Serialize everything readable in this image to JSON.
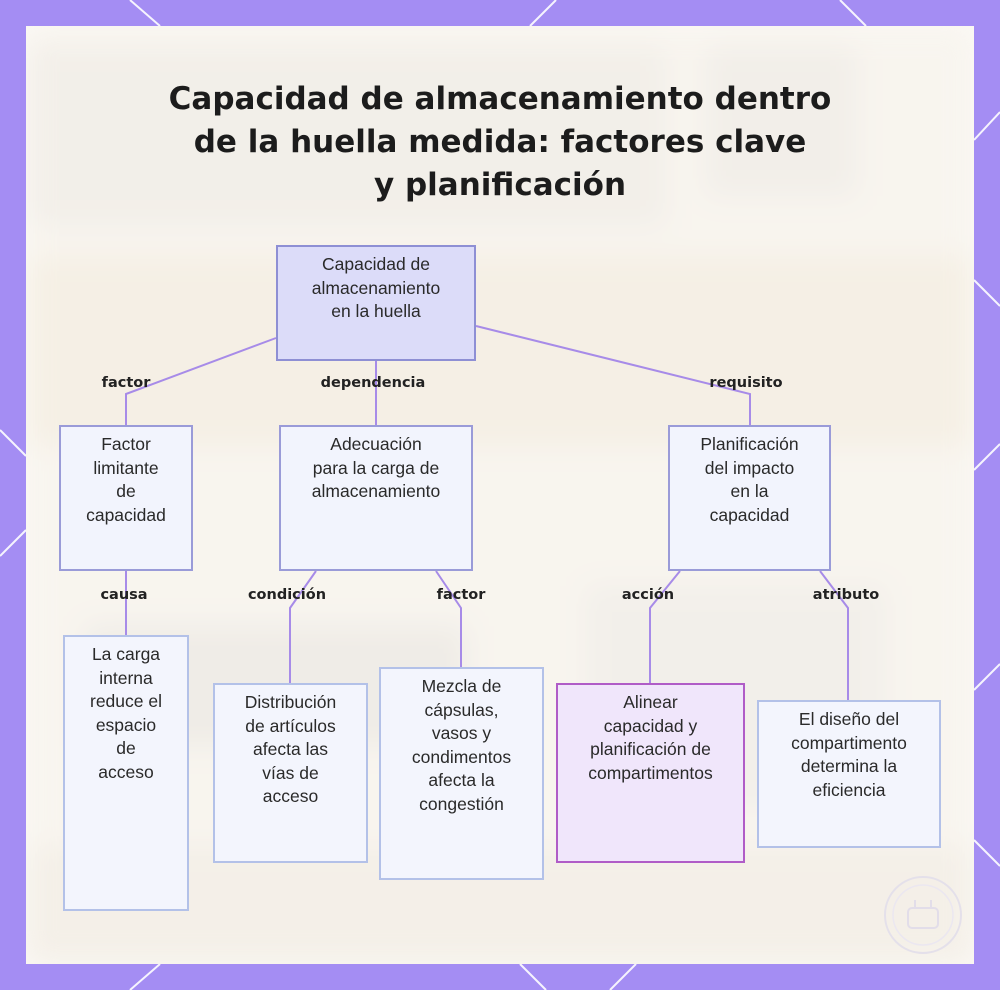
{
  "title": "Capacidad de almacenamiento dentro\nde la huella medida: factores clave\ny planificación",
  "colors": {
    "frame": "#a48df3",
    "panel": "#fbf9f5",
    "connector": "#a78be8",
    "root_fill": "#dcdcf9",
    "node_fill": "#f2f4fd",
    "node_border": "#9a9bd8",
    "action_fill": "#f0e6fb",
    "action_border": "#b05cc7"
  },
  "diagram": {
    "root": "Capacidad de\nalmacenamiento\nen la huella",
    "nodes": {
      "limiting": "Factor\nlimitante\nde\ncapacidad",
      "suitability": "Adecuación\npara la carga de\nalmacenamiento",
      "planning": "Planificación\ndel impacto\nen la\ncapacidad",
      "internal_load": "La carga\ninterna\nreduce el\nespacio\nde\nacceso",
      "distribution": "Distribución\nde artículos\nafecta las\nvías de\nacceso",
      "mix": "Mezcla de\ncápsulas,\nvasos y\ncondimentos\nafecta la\ncongestión",
      "align": "Alinear\ncapacidad y\nplanificación de\ncompartimentos",
      "design": "El diseño del\ncompartimento\ndetermina la\neficiencia"
    },
    "edges": {
      "factor_1": "factor",
      "dependencia": "dependencia",
      "requisito": "requisito",
      "causa": "causa",
      "condicion": "condición",
      "factor_2": "factor",
      "accion": "acción",
      "atributo": "atributo"
    }
  }
}
